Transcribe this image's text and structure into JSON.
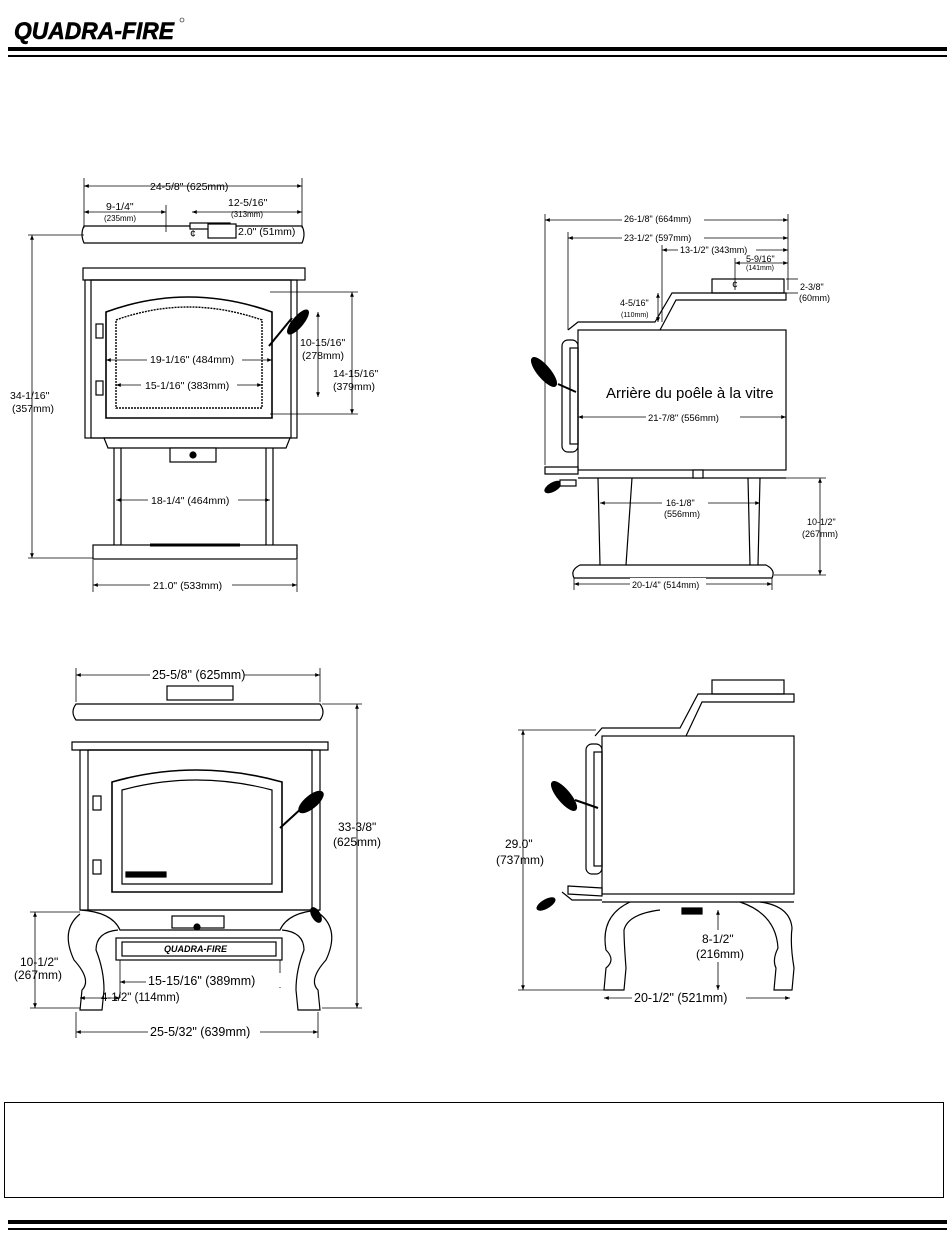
{
  "brand": {
    "logo_text": "QUADRA-FIRE"
  },
  "front_view_top": {
    "overall_width": "24-5/8\" (625mm)",
    "flue_offset": "9-1/4\"",
    "flue_offset_mm": "(235mm)",
    "flue_center": "12-5/16\"",
    "flue_center_mm": "(313mm)",
    "flue_diameter": "2.0\" (51mm)",
    "centerline_symbol": "¢",
    "overall_height": "34-1/16\"",
    "overall_height_mm": "(357mm)",
    "door_height": "10-15/16\"",
    "door_height_mm": "(278mm)",
    "glass_height": "14-15/16\"",
    "glass_height_mm": "(379mm)",
    "door_width": "19-1/16\" (484mm)",
    "glass_width": "15-1/16\" (383mm)",
    "pedestal_width": "18-1/4\" (464mm)",
    "base_width": "21.0\" (533mm)"
  },
  "side_view_top": {
    "overall_depth": "26-1/8\" (664mm)",
    "depth_to_flue_back": "23-1/2\" (597mm)",
    "flue_center_depth": "13-1/2\" (343mm)",
    "flue_from_back": "5-9/16\"",
    "flue_from_back_mm": "(141mm)",
    "flue_collar_height": "2-3/8\"",
    "flue_collar_height_mm": "(60mm)",
    "top_step": "4-5/16\"",
    "top_step_mm": "(110mm)",
    "back_to_glass_label": "Arrière du poêle à la vitre",
    "back_to_glass": "21-7/8\" (556mm)",
    "pedestal_depth": "16-1/8\"",
    "pedestal_depth_mm": "(556mm)",
    "pedestal_height": "10-1/2\"",
    "pedestal_height_mm": "(267mm)",
    "base_depth": "20-1/4\" (514mm)",
    "centerline_symbol": "¢"
  },
  "front_view_bottom": {
    "overall_width": "25-5/8\" (625mm)",
    "body_height": "33-3/8\"",
    "body_height_mm": "(625mm)",
    "leg_height": "10-1/2\"",
    "leg_height_mm": "(267mm)",
    "ashpan_width": "15-15/16\" (389mm)",
    "leg_offset": "4-1/2\" (114mm)",
    "overall_leg_width": "25-5/32\" (639mm)",
    "ashpan_logo": "QUADRA-FIRE"
  },
  "side_view_bottom": {
    "overall_height": "29.0\"",
    "overall_height_mm": "(737mm)",
    "clearance_height": "8-1/2\"",
    "clearance_height_mm": "(216mm)",
    "leg_depth": "20-1/2\" (521mm)"
  }
}
